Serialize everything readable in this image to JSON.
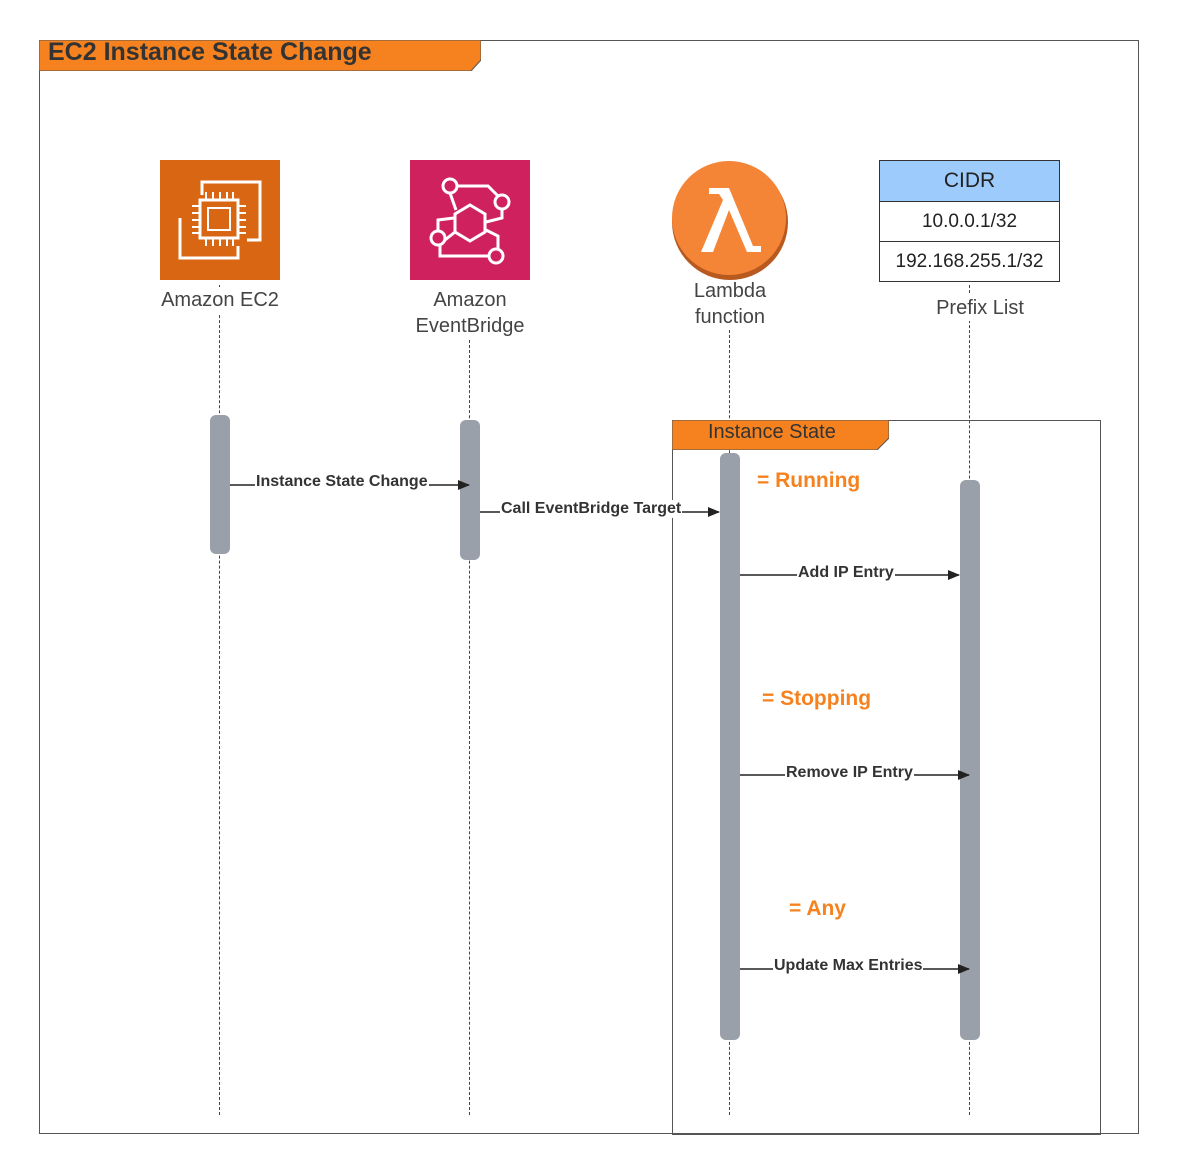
{
  "diagram": {
    "title": "EC2 Instance State Change",
    "colors": {
      "accent": "#f5821f",
      "ec2": "#d86613",
      "eventbridge": "#d0215f",
      "lambda": "#f58536",
      "activation": "#9aa0aa",
      "table_header": "#9ccbfc"
    }
  },
  "actors": {
    "ec2": {
      "label": "Amazon EC2",
      "icon": "ec2-chip-icon"
    },
    "eventbridge": {
      "label_line1": "Amazon",
      "label_line2": "EventBridge",
      "icon": "eventbridge-icon"
    },
    "lambda": {
      "label_line1": "Lambda",
      "label_line2": "function",
      "icon": "lambda-icon"
    },
    "prefix_list": {
      "label": "Prefix List",
      "header": "CIDR",
      "rows": [
        "10.0.0.1/32",
        "192.168.255.1/32"
      ]
    }
  },
  "messages": {
    "instance_state_change": "Instance State Change",
    "call_target": "Call EventBridge Target",
    "add_ip": "Add IP Entry",
    "remove_ip": "Remove IP Entry",
    "update_max": "Update Max Entries"
  },
  "group": {
    "title": "Instance State",
    "conditions": [
      "= Running",
      "= Stopping",
      "= Any"
    ]
  }
}
